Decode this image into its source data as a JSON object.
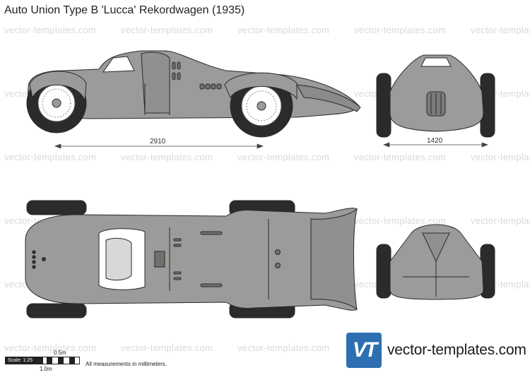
{
  "title": "Auto Union Type B 'Lucca' Rekordwagen (1935)",
  "watermark": "vector-templates.com",
  "dimensions": {
    "wheelbase": "2910",
    "track": "1420"
  },
  "scale": {
    "label": "Scale: 1:25",
    "half_meter": "0.5m",
    "one_meter": "1.0m"
  },
  "note": "All measurements in millimeters.",
  "logo": {
    "mark": "VT",
    "brand_text": "vector-templates.com",
    "color": "#2d6fb1"
  },
  "colors": {
    "body": "#9a9c99",
    "outline": "#2a2a2a",
    "tire": "#2b2b2b"
  }
}
